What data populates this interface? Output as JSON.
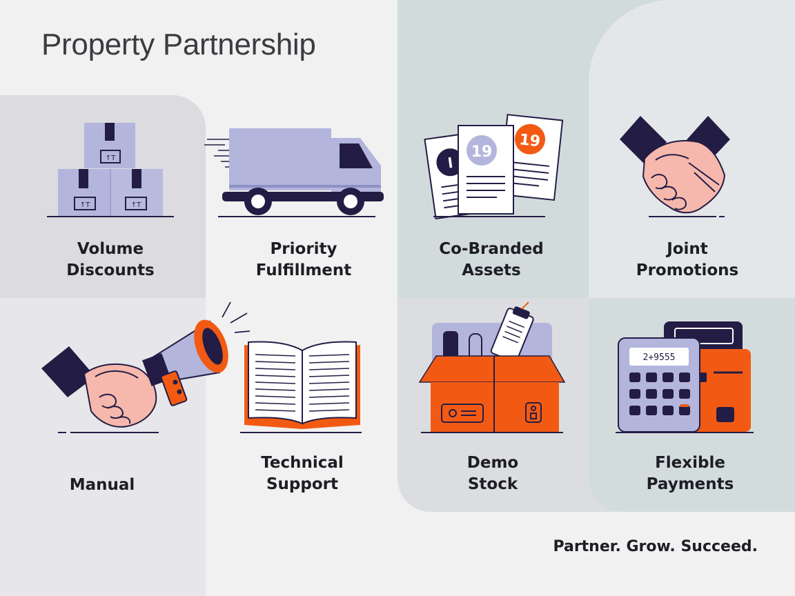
{
  "page": {
    "title": "Property Partnership",
    "tagline": "Partner. Grow. Succeed."
  },
  "colors": {
    "navy": "#231c44",
    "lavender": "#b3b5dc",
    "orange": "#f25a13",
    "skin": "#f6b8ad",
    "paper": "#ffffff"
  },
  "tiles": [
    {
      "icon": "stacked-boxes-icon",
      "line1": "Volume",
      "line2": "Discounts",
      "box_mark": "↑T"
    },
    {
      "icon": "delivery-truck-icon",
      "line1": "Priority",
      "line2": "Fulfillment"
    },
    {
      "icon": "documents-icon",
      "line1": "Co-Branded",
      "line2": "Assets",
      "doc_mark_a": "l",
      "doc_mark_b": "19",
      "doc_mark_c": "19"
    },
    {
      "icon": "handshake-icon",
      "line1": "Joint",
      "line2": "Promotions"
    },
    {
      "icon": "handshake-megaphone-icon",
      "line1": "Manual",
      "line2": ""
    },
    {
      "icon": "open-book-icon",
      "line1": "Technical",
      "line2": "Support"
    },
    {
      "icon": "open-box-icon",
      "line1": "Demo",
      "line2": "Stock"
    },
    {
      "icon": "calculator-icon",
      "line1": "Flexible",
      "line2": "Payments",
      "display": "2+9555"
    }
  ]
}
